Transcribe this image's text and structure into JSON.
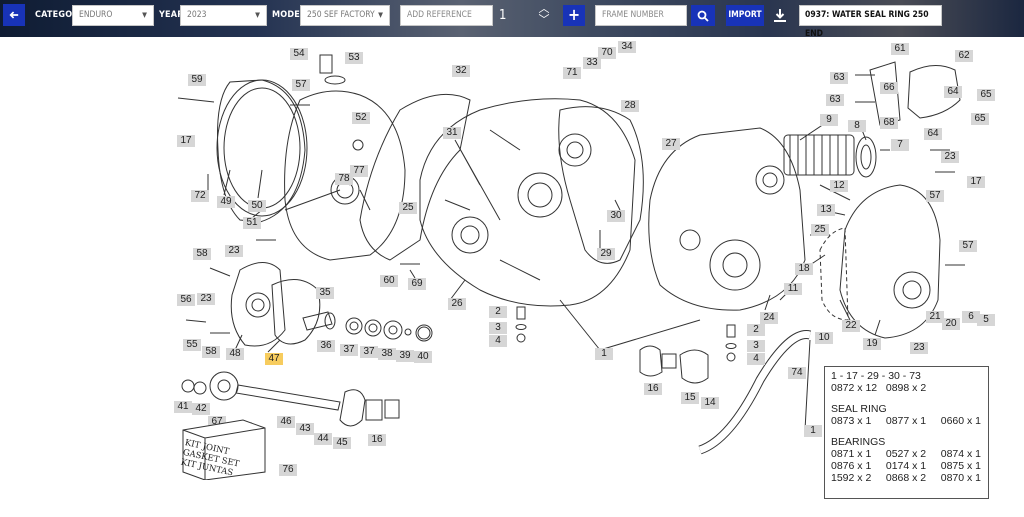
{
  "toolbar": {
    "category_label": "CATEGORY",
    "category_value": "ENDURO",
    "year_label": "YEAR",
    "year_value": "2023",
    "model_label": "MODEL",
    "model_value": "250 SEF FACTORY",
    "reference_placeholder": "ADD REFERENCE",
    "quantity": "1",
    "frame_placeholder": "FRAME NUMBER",
    "import_label": "IMPORT",
    "selected_part": "0937: WATER SEAL RING 250 END",
    "accent_color": "#1833b8",
    "highlight_color": "#f7cc5e"
  },
  "callouts": [
    {
      "label": "54"
    },
    {
      "label": "53"
    },
    {
      "label": "59"
    },
    {
      "label": "57"
    },
    {
      "label": "17"
    },
    {
      "label": "52"
    },
    {
      "label": "32"
    },
    {
      "label": "78"
    },
    {
      "label": "77"
    },
    {
      "label": "72"
    },
    {
      "label": "49"
    },
    {
      "label": "50"
    },
    {
      "label": "51"
    },
    {
      "label": "25"
    },
    {
      "label": "31"
    },
    {
      "label": "70"
    },
    {
      "label": "34"
    },
    {
      "label": "33"
    },
    {
      "label": "71"
    },
    {
      "label": "28"
    },
    {
      "label": "27"
    },
    {
      "label": "30"
    },
    {
      "label": "29"
    },
    {
      "label": "26"
    },
    {
      "label": "23"
    },
    {
      "label": "60"
    },
    {
      "label": "69"
    },
    {
      "label": "58"
    },
    {
      "label": "56"
    },
    {
      "label": "23"
    },
    {
      "label": "35"
    },
    {
      "label": "55"
    },
    {
      "label": "58"
    },
    {
      "label": "48"
    },
    {
      "label": "47"
    },
    {
      "label": "36"
    },
    {
      "label": "37"
    },
    {
      "label": "37"
    },
    {
      "label": "38"
    },
    {
      "label": "39"
    },
    {
      "label": "40"
    },
    {
      "label": "2"
    },
    {
      "label": "3"
    },
    {
      "label": "4"
    },
    {
      "label": "1"
    },
    {
      "label": "61"
    },
    {
      "label": "62"
    },
    {
      "label": "63"
    },
    {
      "label": "66"
    },
    {
      "label": "64"
    },
    {
      "label": "65"
    },
    {
      "label": "63"
    },
    {
      "label": "68"
    },
    {
      "label": "64"
    },
    {
      "label": "65"
    },
    {
      "label": "9"
    },
    {
      "label": "8"
    },
    {
      "label": "7"
    },
    {
      "label": "23"
    },
    {
      "label": "12"
    },
    {
      "label": "17"
    },
    {
      "label": "57"
    },
    {
      "label": "13"
    },
    {
      "label": "25"
    },
    {
      "label": "18"
    },
    {
      "label": "57"
    },
    {
      "label": "11"
    },
    {
      "label": "24"
    },
    {
      "label": "22"
    },
    {
      "label": "21"
    },
    {
      "label": "20"
    },
    {
      "label": "6"
    },
    {
      "label": "5"
    },
    {
      "label": "10"
    },
    {
      "label": "19"
    },
    {
      "label": "23"
    },
    {
      "label": "2"
    },
    {
      "label": "3"
    },
    {
      "label": "4"
    },
    {
      "label": "16"
    },
    {
      "label": "15"
    },
    {
      "label": "14"
    },
    {
      "label": "74"
    },
    {
      "label": "1"
    },
    {
      "label": "41"
    },
    {
      "label": "42"
    },
    {
      "label": "67"
    },
    {
      "label": "43"
    },
    {
      "label": "46"
    },
    {
      "label": "43"
    },
    {
      "label": "44"
    },
    {
      "label": "45"
    },
    {
      "label": "16"
    },
    {
      "label": "76"
    }
  ],
  "kit_box": {
    "line1": "KIT JOINT",
    "line2": "GASKET SET",
    "line3": "KIT JUNTAS"
  },
  "info_box": {
    "header": "1 - 17 - 29 - 30 - 73",
    "header_row": "0872 x 12   0898 x 2",
    "seal_title": "SEAL RING",
    "seal_row": "0873 x 1     0877 x 1     0660 x 1",
    "bearings_title": "BEARINGS",
    "bearing_rows": [
      "0871 x 1     0527 x 2     0874 x 1",
      "0876 x 1     0174 x 1     0875 x 1",
      "1592 x 2     0868 x 2     0870 x 1"
    ]
  }
}
